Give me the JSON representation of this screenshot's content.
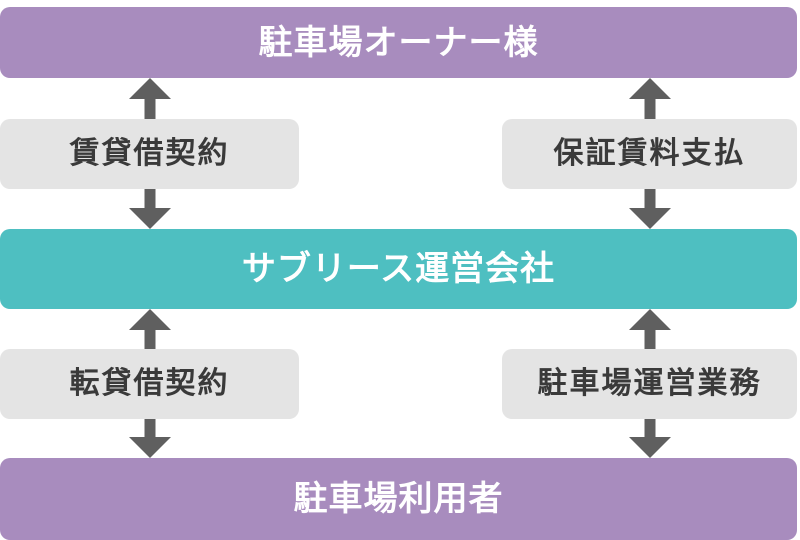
{
  "colors": {
    "owner_bar": "#A88CBE",
    "operator_bar": "#4EBFC1",
    "user_bar": "#A88CBE",
    "label_box": "#E4E4E4",
    "arrow": "#5F5F5F",
    "bar_text": "#FFFFFF",
    "label_text": "#3A3A3A",
    "background": "#FFFFFF"
  },
  "diagram": {
    "nodes": {
      "owner": {
        "label": "駐車場オーナー様"
      },
      "operator": {
        "label": "サブリース運営会社"
      },
      "user": {
        "label": "駐車場利用者"
      }
    },
    "edges": {
      "lease": {
        "label": "賃貸借契約",
        "between": "owner-operator",
        "side": "left",
        "direction": "both"
      },
      "rent": {
        "label": "保証賃料支払",
        "between": "owner-operator",
        "side": "right",
        "direction": "both"
      },
      "sublease": {
        "label": "転貸借契約",
        "between": "operator-user",
        "side": "left",
        "direction": "both"
      },
      "operation": {
        "label": "駐車場運営業務",
        "between": "operator-user",
        "side": "right",
        "direction": "both"
      }
    }
  }
}
